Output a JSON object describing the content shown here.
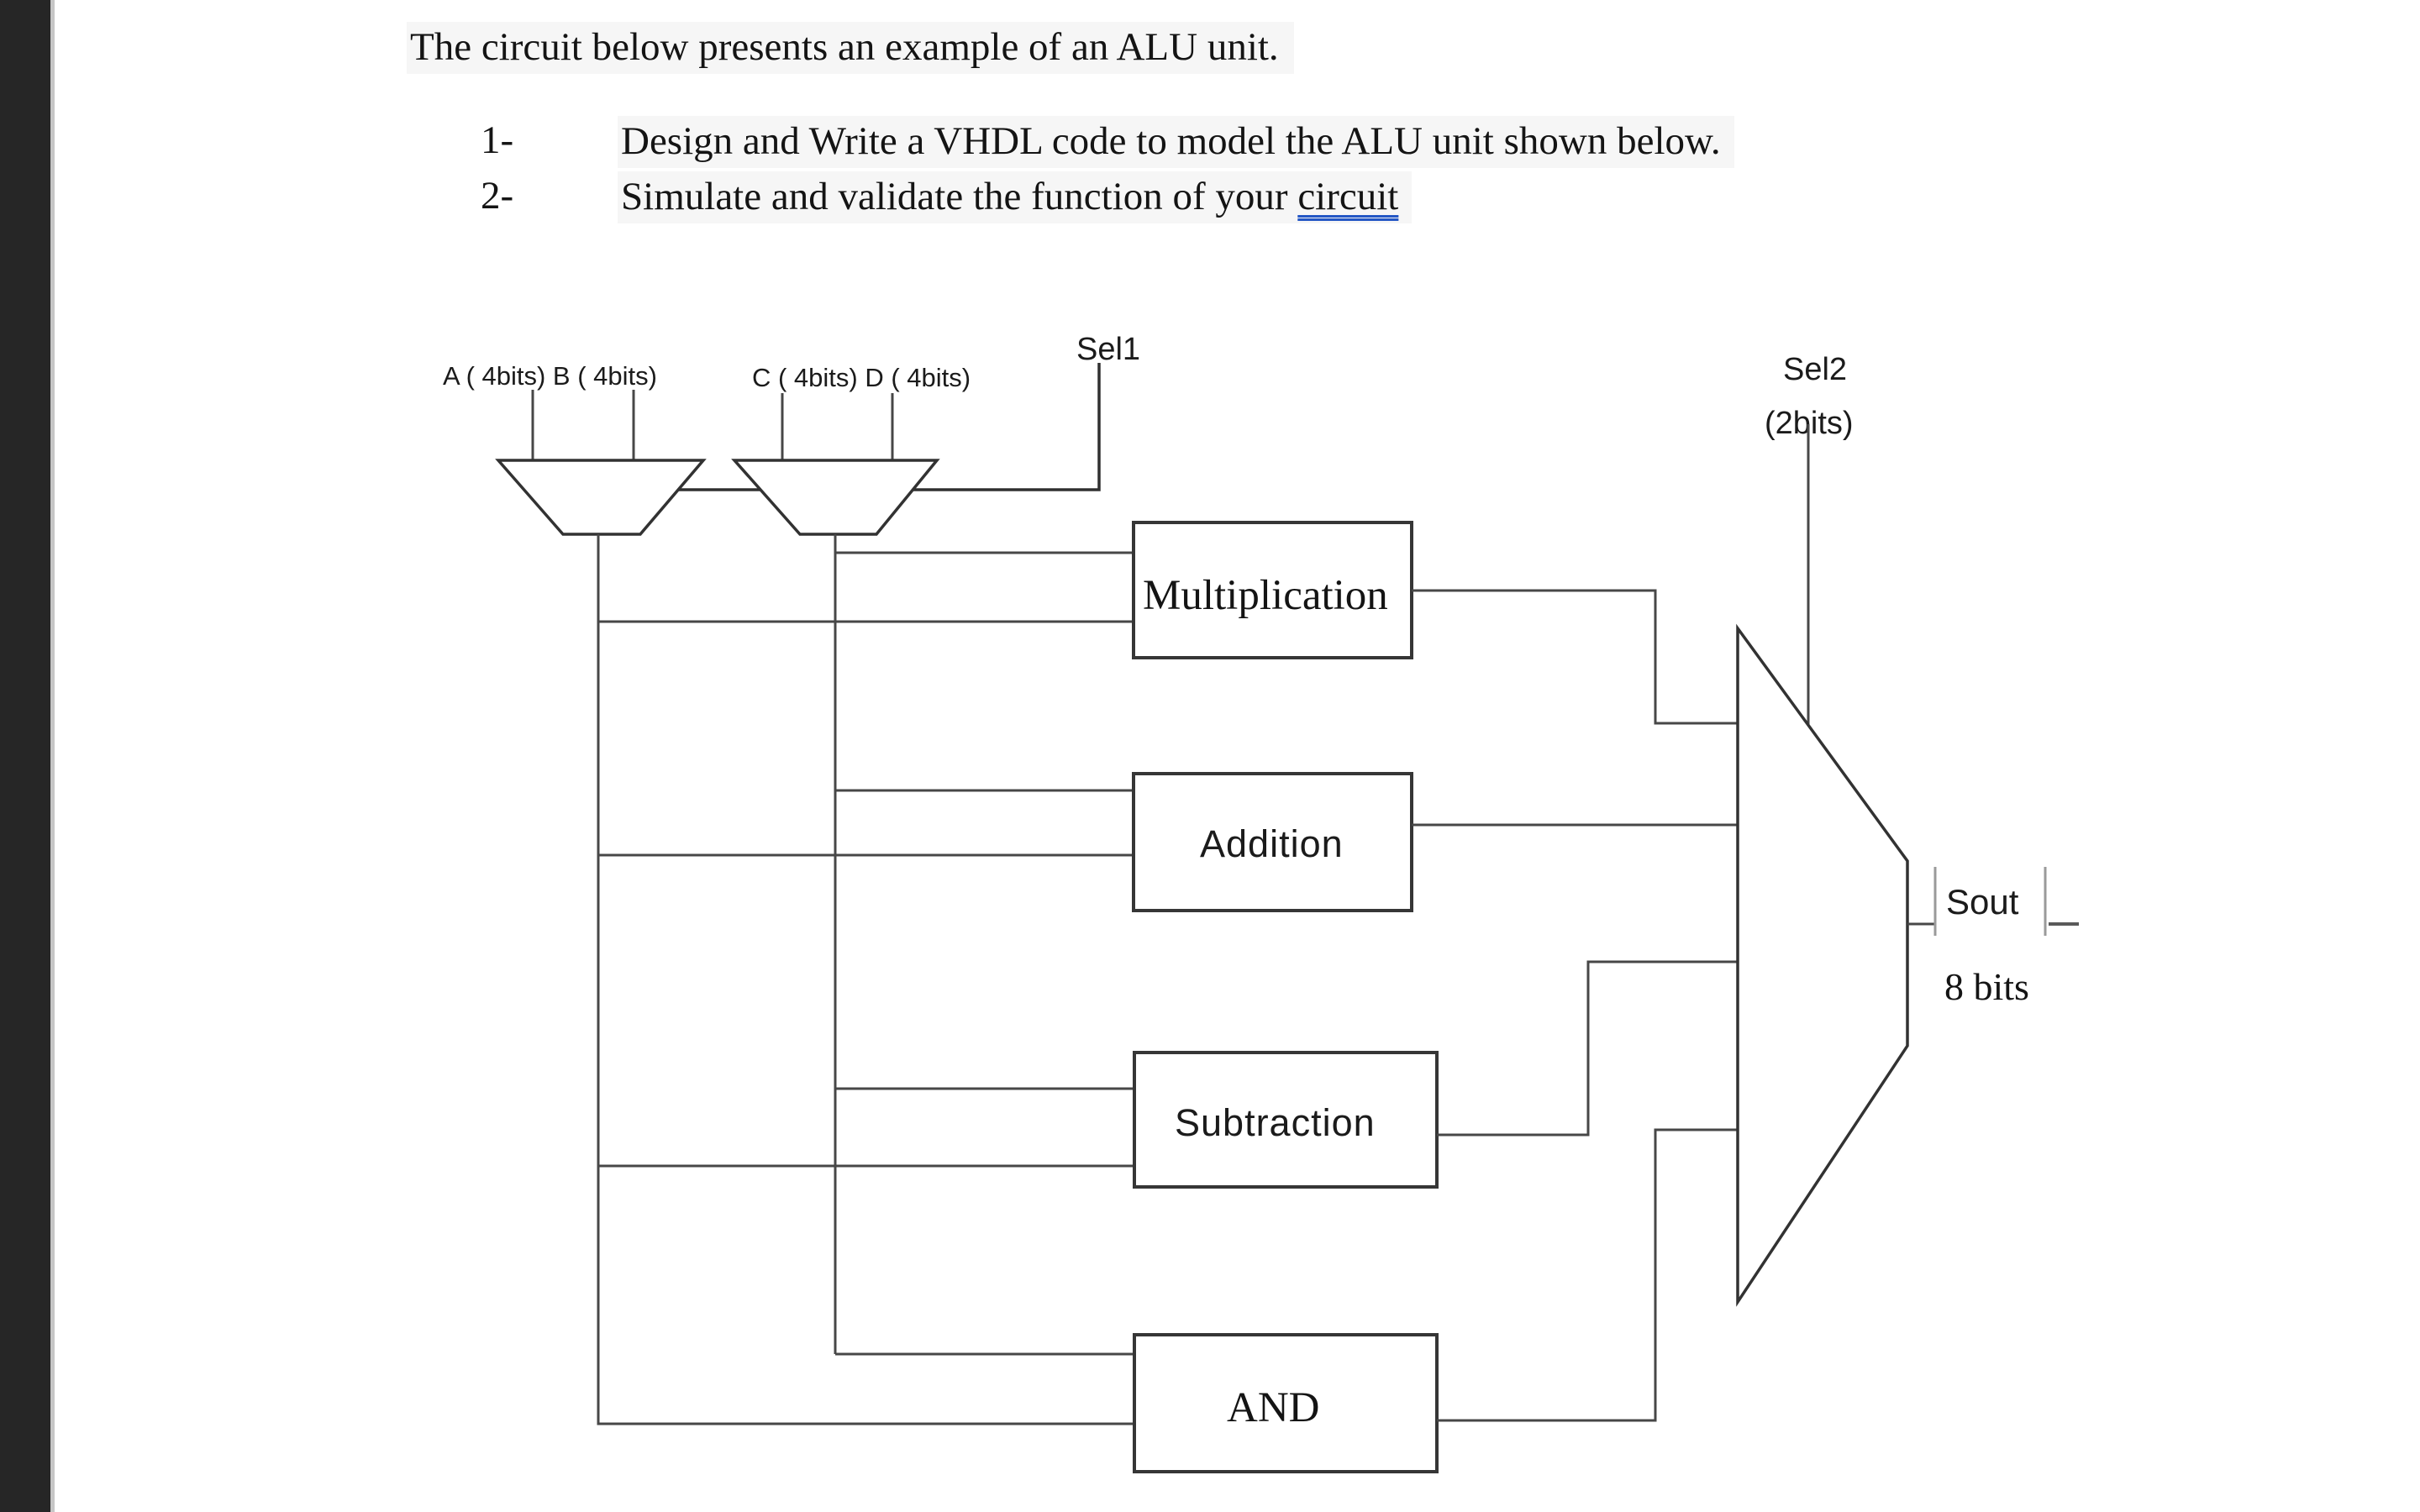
{
  "page": {
    "title": "The circuit below presents an example of an ALU unit.",
    "tasks": [
      {
        "num": "1-",
        "text": "Design and Write a VHDL code to model the ALU unit shown below."
      },
      {
        "num": "2-",
        "text": "Simulate and validate the function of your ",
        "link_word": "circuit"
      }
    ]
  },
  "diagram": {
    "input_group_ab": "A ( 4bits) B ( 4bits)",
    "input_group_cd": "C ( 4bits) D ( 4bits)",
    "sel1": "Sel1",
    "sel2": "Sel2",
    "sel2_width": "(2bits)",
    "ops": [
      "Multiplication",
      "Addition",
      "Subtraction",
      "AND"
    ],
    "out_label": "Sout",
    "out_bits": "8 bits"
  },
  "colors": {
    "app_bar": "#262626",
    "wire": "#474747",
    "grammar_underline_blue": "#2457c5",
    "text_highlight": "#f6f6f6"
  }
}
